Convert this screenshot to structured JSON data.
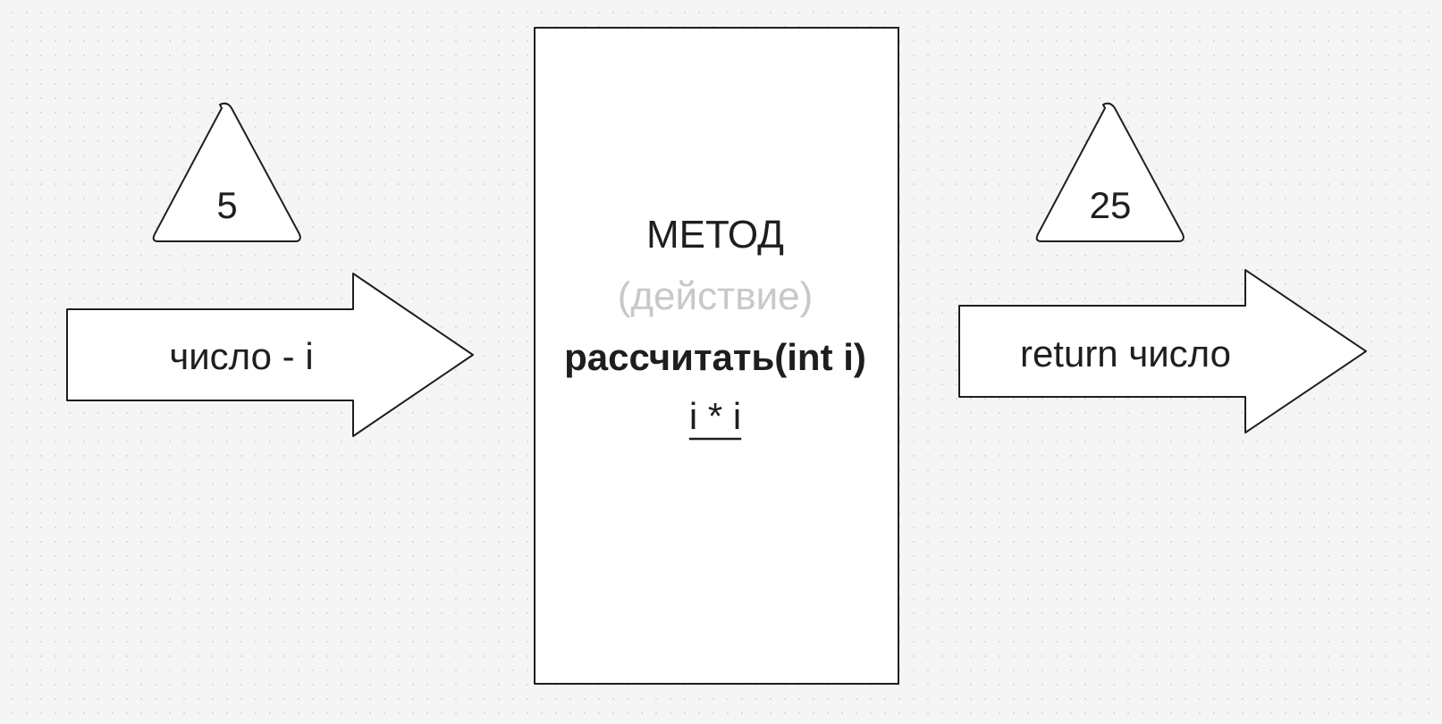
{
  "input_value": "5",
  "input_arrow_label": "число - i",
  "method": {
    "title": "МЕТОД",
    "subtitle": "(действие)",
    "signature": "рассчитать(int i)",
    "body": "i * i"
  },
  "output_value": "25",
  "output_arrow_label": "return число",
  "colors": {
    "canvas_background": "#f5f5f5",
    "shape_fill": "#ffffff",
    "stroke": "#1e1e1e",
    "muted_text": "#c8c8c8"
  }
}
